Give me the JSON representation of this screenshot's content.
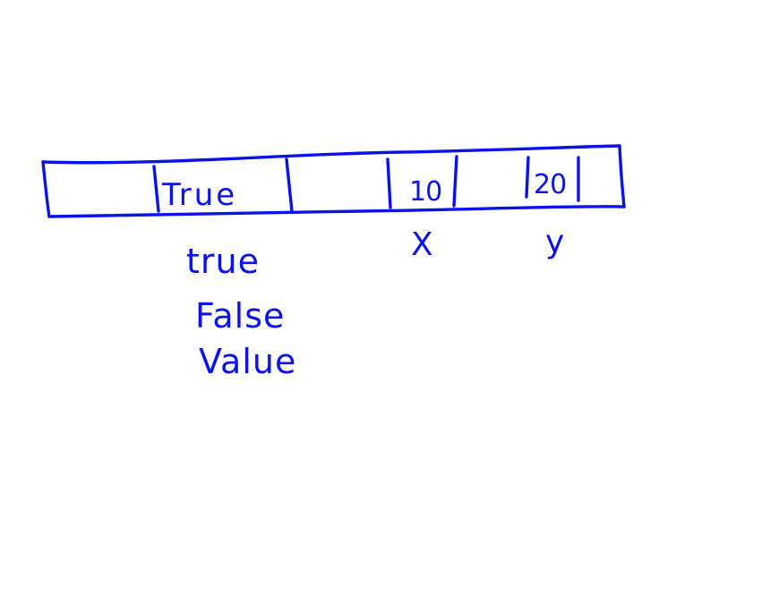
{
  "diagram": {
    "ink_color": "#0a14e6",
    "background_color": "#ffffff",
    "array_cells": [
      {
        "value": ""
      },
      {
        "value": "True"
      },
      {
        "value": ""
      },
      {
        "value": "10"
      },
      {
        "value": ""
      },
      {
        "value": "20"
      },
      {
        "value": ""
      }
    ],
    "labels": {
      "x": "X",
      "y": "y"
    },
    "values_list": [
      "true",
      "False",
      "Value"
    ]
  }
}
